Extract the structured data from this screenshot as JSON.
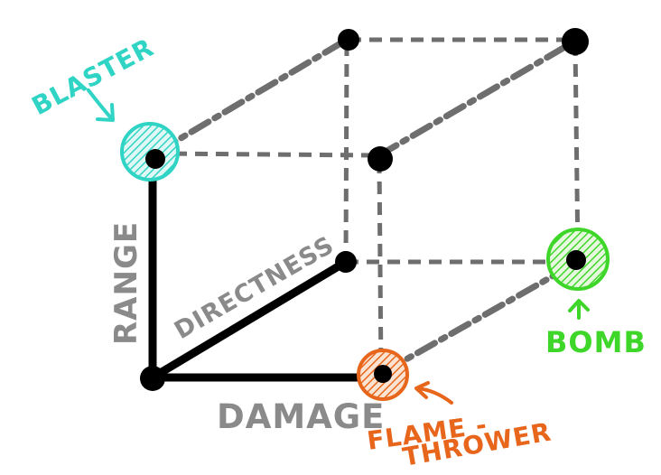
{
  "axes": {
    "range": "RANGE",
    "directness": "DIRECTNESS",
    "damage": "DAMAGE"
  },
  "weapons": {
    "blaster": {
      "label": "BLASTER",
      "color": "#2fd4c4"
    },
    "bomb": {
      "label": "BOMB",
      "color": "#3fd62a"
    },
    "flamethrower": {
      "label_line1": "FLAME -",
      "label_line2": "THROWER",
      "color": "#e8661c"
    }
  },
  "colors": {
    "axis": "#000000",
    "edge": "#6e6e6e",
    "label": "#8a8a8a"
  }
}
